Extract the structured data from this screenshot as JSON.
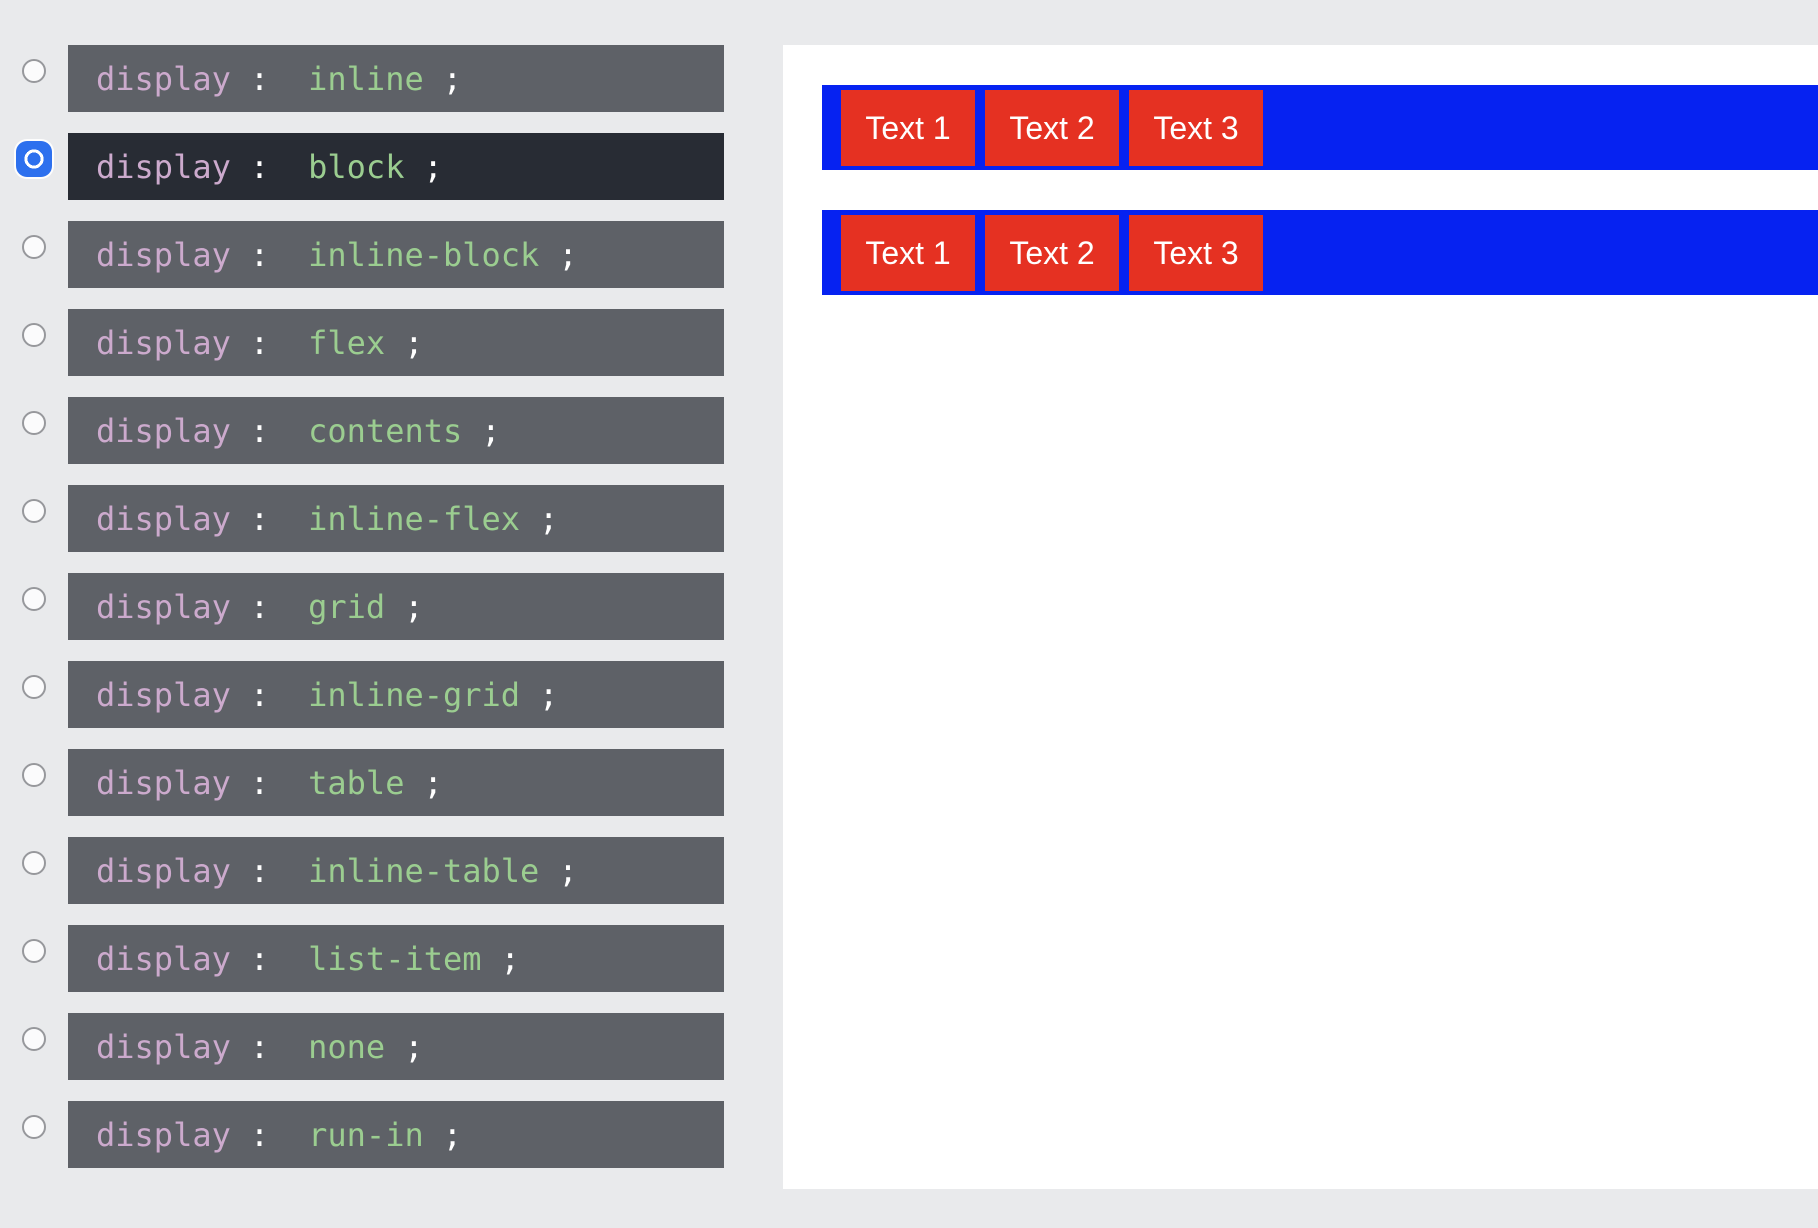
{
  "colors": {
    "page-bg": "#e9eaec",
    "panel-bg": "#ffffff",
    "rule-box-bg": "#5e6167",
    "rule-box-selected-bg": "#282c34",
    "property-color": "#ccaacd",
    "value-color": "#9bcd90",
    "punctuation-color": "#ffffff",
    "bar-blue": "#0622f1",
    "box-red": "#e53122",
    "radio-blue": "#2d70ee",
    "preview-text-color": "#ffffff"
  },
  "options_panel": {
    "property_label": "display",
    "colon": ":",
    "semicolon": ";",
    "options": [
      {
        "value": "inline",
        "selected": false
      },
      {
        "value": "block",
        "selected": true
      },
      {
        "value": "inline-block",
        "selected": false
      },
      {
        "value": "flex",
        "selected": false
      },
      {
        "value": "contents",
        "selected": false
      },
      {
        "value": "inline-flex",
        "selected": false
      },
      {
        "value": "grid",
        "selected": false
      },
      {
        "value": "inline-grid",
        "selected": false
      },
      {
        "value": "table",
        "selected": false
      },
      {
        "value": "inline-table",
        "selected": false
      },
      {
        "value": "list-item",
        "selected": false
      },
      {
        "value": "none",
        "selected": false
      },
      {
        "value": "run-in",
        "selected": false
      }
    ]
  },
  "preview": {
    "rows": [
      {
        "items": [
          "Text 1",
          "Text 2",
          "Text 3"
        ]
      },
      {
        "items": [
          "Text 1",
          "Text 2",
          "Text 3"
        ]
      }
    ]
  }
}
